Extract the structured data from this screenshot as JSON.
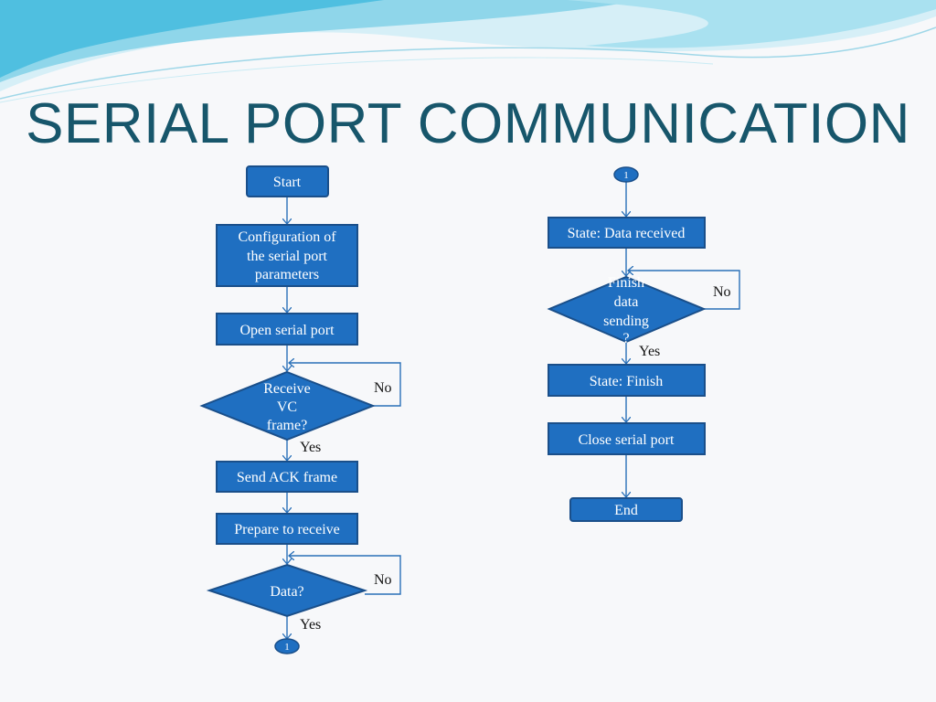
{
  "slide": {
    "title": "SERIAL PORT COMMUNICATION"
  },
  "colors": {
    "node_fill": "#1f6fc1",
    "node_stroke": "#1a4f8a",
    "arrow": "#2a70b8",
    "title": "#17566b",
    "wave_light": "#bfe6f2",
    "wave_mid": "#7ccfe6",
    "wave_dark": "#3ab0d6"
  },
  "flowchart": {
    "left": {
      "start": "Start",
      "config": [
        "Configuration of",
        "the serial port",
        "parameters"
      ],
      "open_port": "Open serial port",
      "receive_vc": [
        "Receive",
        "VC",
        "frame?"
      ],
      "send_ack": "Send ACK frame",
      "prepare": "Prepare to receive",
      "data": "Data?",
      "connector": "1"
    },
    "right": {
      "connector": "1",
      "state_received": "State: Data received",
      "finish_sending": [
        "Finish",
        "data",
        "sending",
        "?"
      ],
      "state_finish": "State: Finish",
      "close_port": "Close serial port",
      "end": "End"
    },
    "labels": {
      "yes": "Yes",
      "no": "No"
    }
  }
}
